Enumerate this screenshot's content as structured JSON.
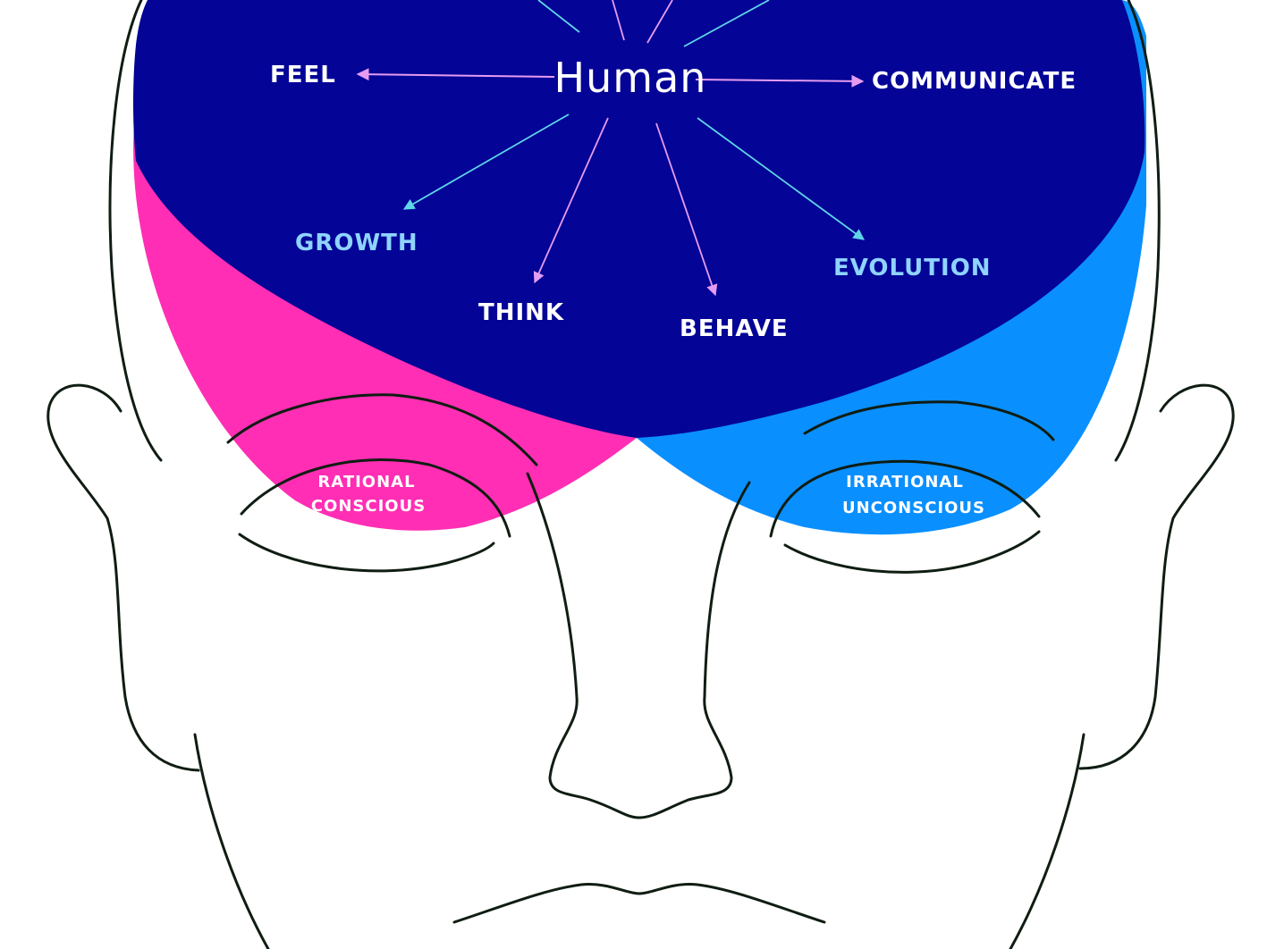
{
  "diagram": {
    "center": {
      "label": "Human",
      "color": "#ffffff"
    },
    "concepts": [
      {
        "id": "feel",
        "label": "FEEL",
        "color": "#ffffff",
        "arrow": "#e59cf0"
      },
      {
        "id": "communicate",
        "label": "COMMUNICATE",
        "color": "#ffffff",
        "arrow": "#e59cf0"
      },
      {
        "id": "growth",
        "label": "GROWTH",
        "color": "#8fd3ff",
        "arrow": "#5fd6e8"
      },
      {
        "id": "think",
        "label": "THINK",
        "color": "#ffffff",
        "arrow": "#e59cf0"
      },
      {
        "id": "behave",
        "label": "BEHAVE",
        "color": "#ffffff",
        "arrow": "#e59cf0"
      },
      {
        "id": "evolution",
        "label": "EVOLUTION",
        "color": "#8fd3ff",
        "arrow": "#5fd6e8"
      }
    ],
    "regions": {
      "left": {
        "line1": "RATIONAL",
        "line2": "CONSCIOUS",
        "color": "#ff2eb4"
      },
      "right": {
        "line1": "IRRATIONAL",
        "line2": "UNCONSCIOUS",
        "color": "#0a8fff"
      },
      "brain_color": "#040496"
    }
  }
}
